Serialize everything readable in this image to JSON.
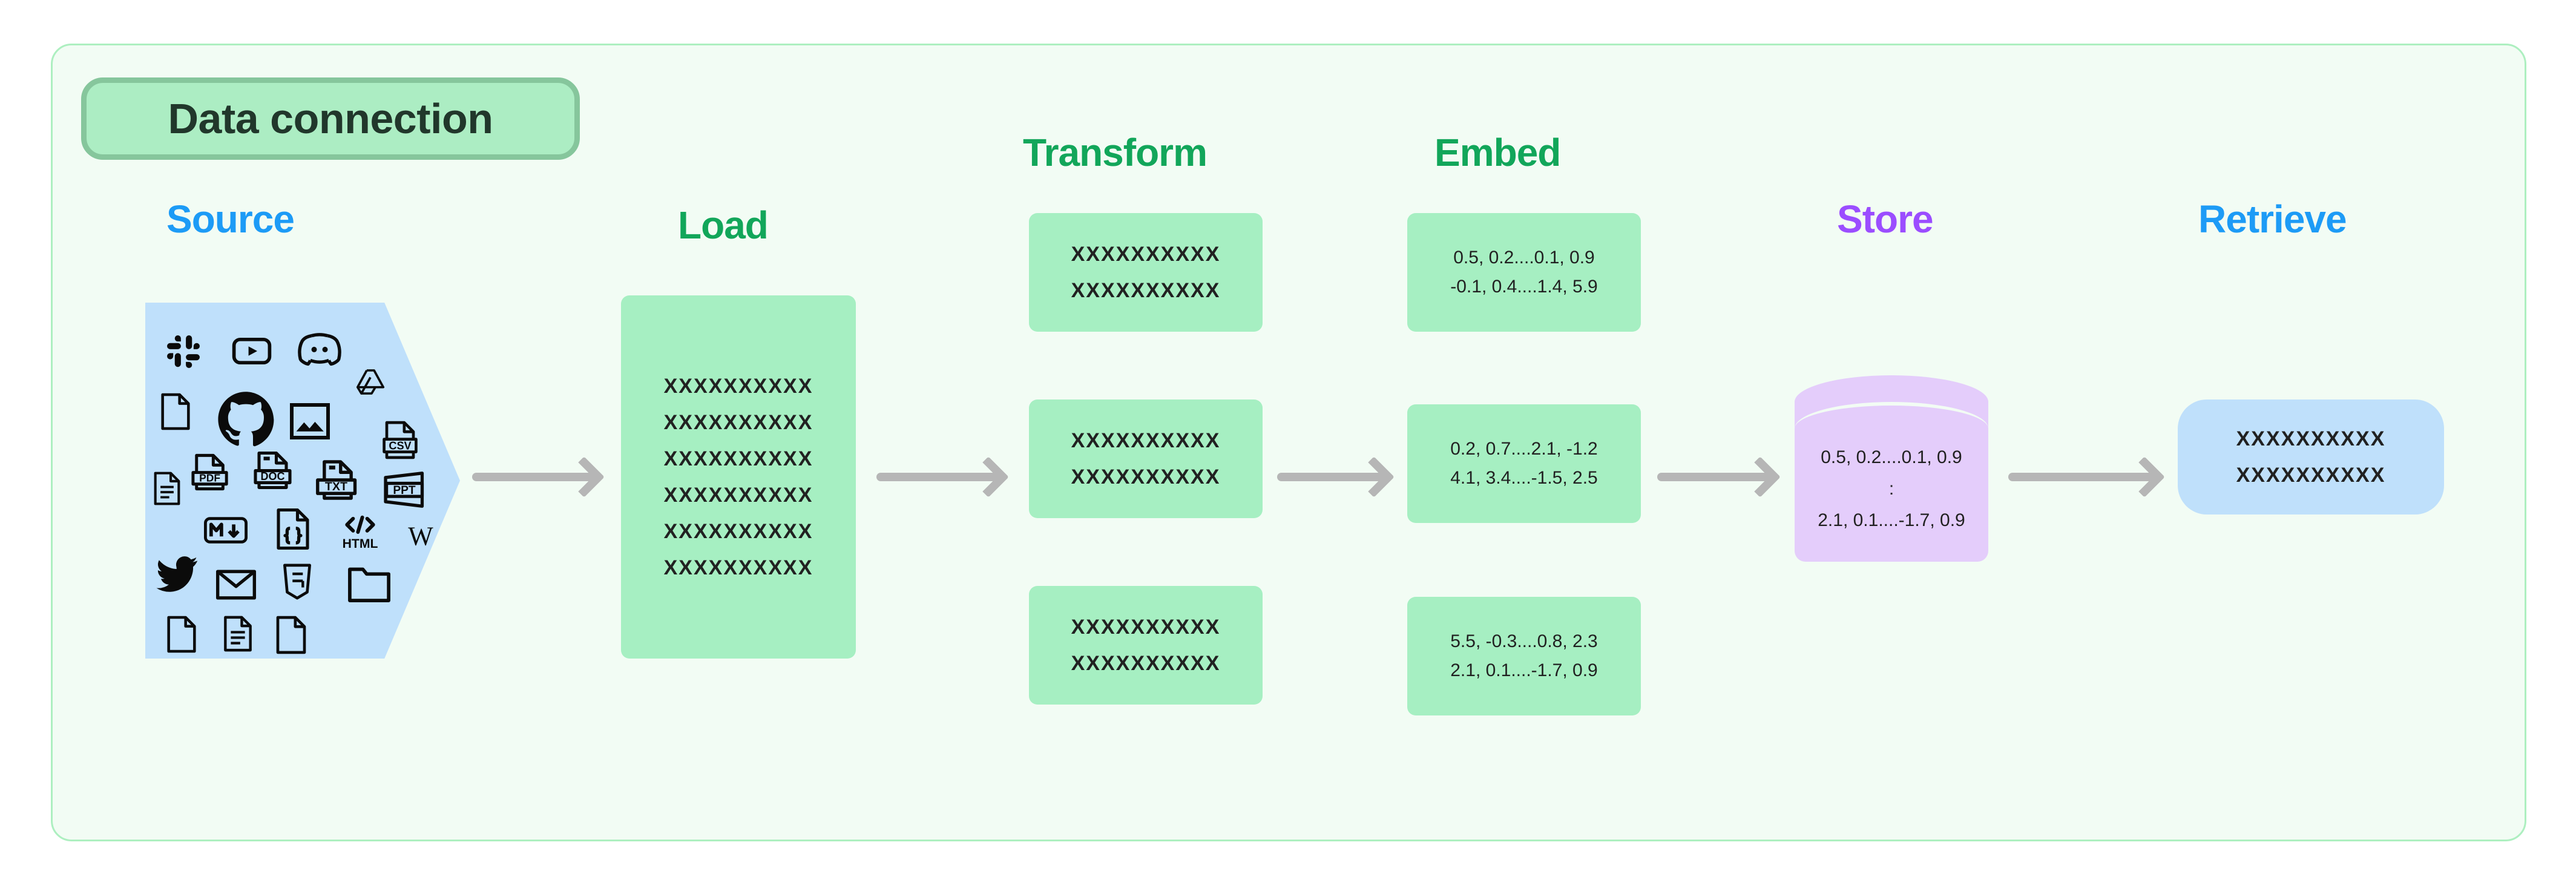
{
  "diagram": {
    "title": "Data connection",
    "container_bg": "#F2FCF4",
    "container_border": "#ADEFC0"
  },
  "headings": {
    "source": "Source",
    "load": "Load",
    "transform": "Transform",
    "embed": "Embed",
    "store": "Store",
    "retrieve": "Retrieve"
  },
  "colors": {
    "blue": "#1D9BF6",
    "green": "#12A65A",
    "purple": "#9B4DFF",
    "card_green": "#A6EFC2",
    "card_blue": "#BFE0FB",
    "cylinder_purple": "#E4CDFB",
    "arrow_gray": "#B6B6B6",
    "title_fill": "#ACEDC3",
    "title_border": "#86C69C"
  },
  "source": {
    "icons": [
      "slack-icon",
      "youtube-icon",
      "discord-icon",
      "file-blank-icon",
      "github-icon",
      "image-icon",
      "google-drive-icon",
      "csv-file-icon",
      "document-lines-icon",
      "pdf-file-icon",
      "doc-file-icon",
      "txt-file-icon",
      "ppt-file-icon",
      "markdown-icon",
      "json-code-file-icon",
      "html-icon",
      "wikipedia-icon",
      "twitter-icon",
      "email-icon",
      "css3-icon",
      "folder-icon",
      "file-blank-icon",
      "document-lines-icon",
      "file-blank-icon"
    ]
  },
  "load": {
    "lines": [
      "XXXXXXXXXX",
      "XXXXXXXXXX",
      "XXXXXXXXXX",
      "XXXXXXXXXX",
      "XXXXXXXXXX",
      "XXXXXXXXXX"
    ]
  },
  "transform": {
    "cards": [
      {
        "lines": [
          "XXXXXXXXXX",
          "XXXXXXXXXX"
        ]
      },
      {
        "lines": [
          "XXXXXXXXXX",
          "XXXXXXXXXX"
        ]
      },
      {
        "lines": [
          "XXXXXXXXXX",
          "XXXXXXXXXX"
        ]
      }
    ]
  },
  "embed": {
    "cards": [
      {
        "lines": [
          "0.5, 0.2....0.1, 0.9",
          "-0.1, 0.4....1.4, 5.9"
        ]
      },
      {
        "lines": [
          "0.2, 0.7....2.1, -1.2",
          "4.1, 3.4....-1.5, 2.5"
        ]
      },
      {
        "lines": [
          "5.5, -0.3....0.8, 2.3",
          "2.1, 0.1....-1.7, 0.9"
        ]
      }
    ]
  },
  "store": {
    "lines": [
      "0.5, 0.2....0.1, 0.9",
      ":",
      "2.1, 0.1....-1.7, 0.9"
    ]
  },
  "retrieve": {
    "lines": [
      "XXXXXXXXXX",
      "XXXXXXXXXX"
    ]
  },
  "arrows": [
    "arrow-source-to-load",
    "arrow-load-to-transform",
    "arrow-transform-to-embed",
    "arrow-embed-to-store",
    "arrow-store-to-retrieve"
  ]
}
